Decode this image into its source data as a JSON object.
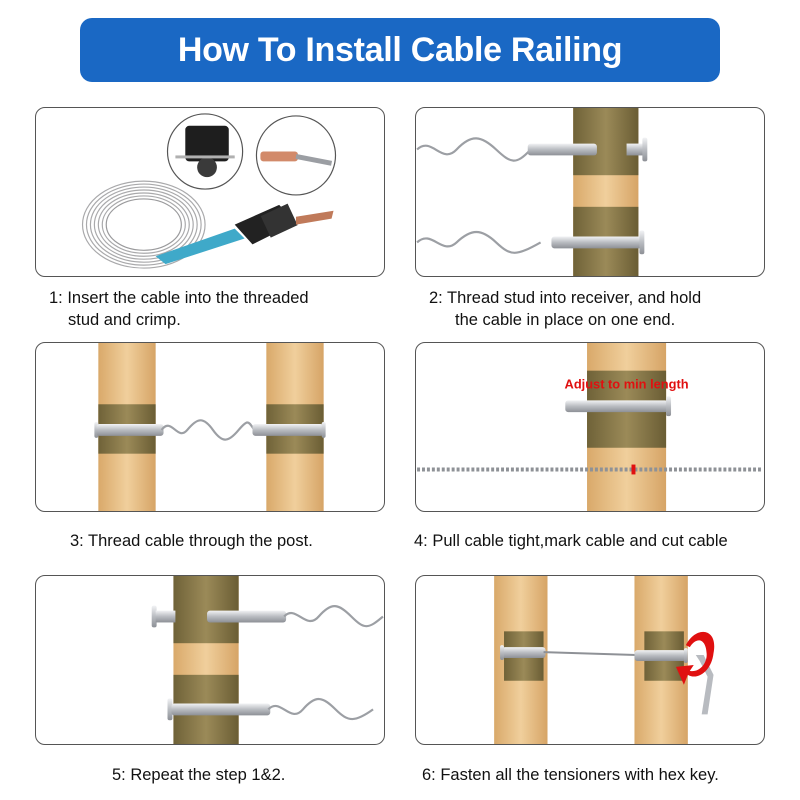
{
  "header": {
    "title": "How To Install Cable Railing"
  },
  "steps": [
    {
      "line1": "1: Insert the cable into the threaded",
      "line2": "stud and crimp."
    },
    {
      "line1": "2: Thread stud into receiver, and hold",
      "line2": "the cable in place on one end."
    },
    {
      "line1": "3: Thread cable through the post.",
      "line2": ""
    },
    {
      "line1": "4: Pull cable tight,mark cable and cut cable",
      "line2": ""
    },
    {
      "line1": "5: Repeat the step 1&2.",
      "line2": ""
    },
    {
      "line1": "6: Fasten all the tensioners with hex key.",
      "line2": ""
    }
  ],
  "annotations": {
    "adjust": "Adjust to min length"
  },
  "colors": {
    "banner": "#1a68c4",
    "wood": "#e8c08a",
    "wood_dark": "#8a7a4e",
    "steel": "#c8cbcf",
    "red": "#e01010"
  }
}
